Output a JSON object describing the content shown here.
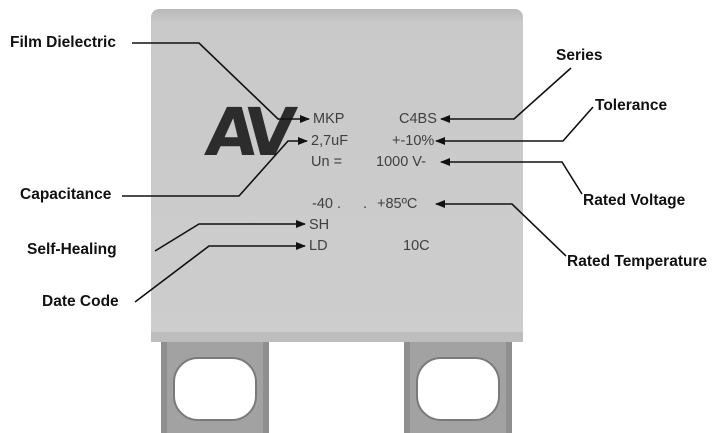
{
  "colors": {
    "body_fill": "#cbcbcb",
    "body_top": "#b7b7b7",
    "terminal_fill": "#9e9e9e",
    "print": "#3f3f3f",
    "callout_text": "#111111",
    "leader_line": "#111111"
  },
  "logo": {
    "text": "AV"
  },
  "marking": {
    "dielectric": "MKP",
    "series": "C4BS",
    "capacitance": "2,7uF",
    "tolerance": "+-10%",
    "voltage_label": "Un =",
    "voltage_value": "1000  V-",
    "temp_low": "-40 .",
    "temp_dots": ".",
    "temp_high": "+85ºC",
    "self_healing": "SH",
    "date_prefix": "LD",
    "date_code": "10C"
  },
  "callouts": {
    "film_dielectric": "Film Dielectric",
    "capacitance": "Capacitance",
    "self_healing": "Self-Healing",
    "date_code": "Date Code",
    "series": "Series",
    "tolerance": "Tolerance",
    "rated_voltage": "Rated Voltage",
    "rated_temperature": "Rated Temperature"
  }
}
